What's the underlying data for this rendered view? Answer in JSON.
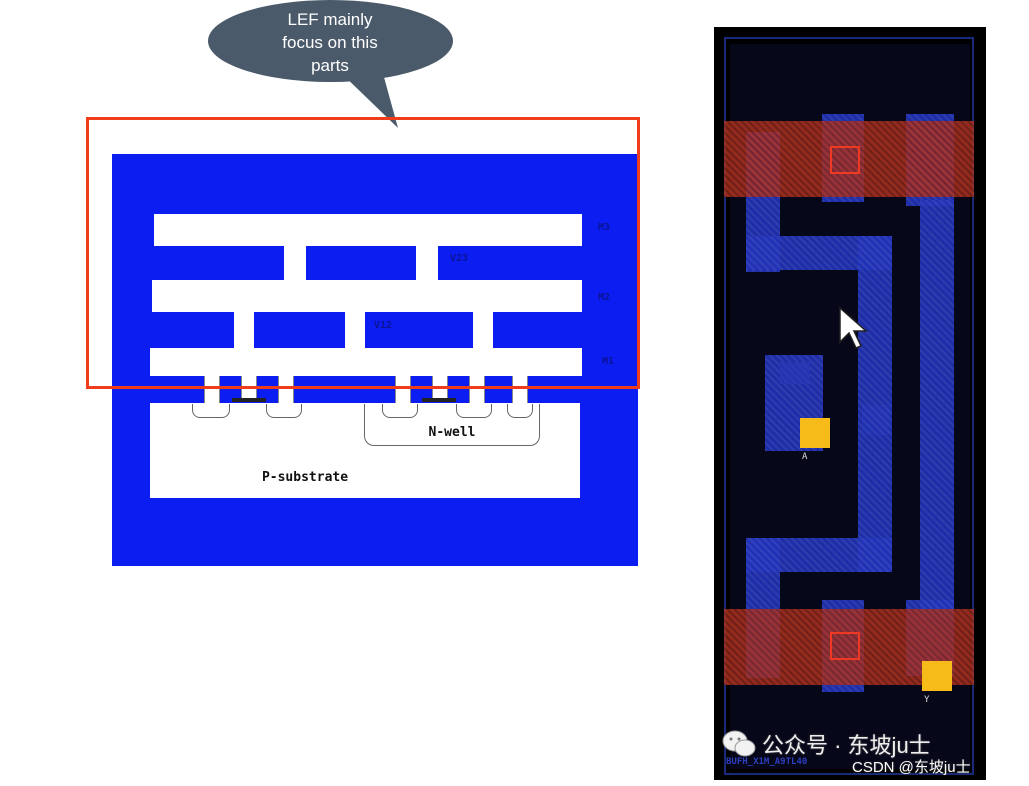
{
  "bubble": {
    "line1": "LEF mainly",
    "line2": "focus on this",
    "line3": "parts"
  },
  "cross_section": {
    "layers": [
      {
        "label": "M3"
      },
      {
        "label": "M2"
      },
      {
        "label": "M1"
      }
    ],
    "vias": [
      {
        "label": "V23"
      },
      {
        "label": "V12"
      }
    ],
    "nwell_label": "N-well",
    "substrate_label": "P-substrate",
    "colors": {
      "background": "#0b1df0",
      "highlight_box": "#ef3d1c"
    }
  },
  "layout": {
    "pin_a_label": "A",
    "pin_y_label": "Y",
    "cell_name": "BUFH_X1M_A9TL40",
    "colors": {
      "rail": "#b3321f",
      "metal": "#2233b8",
      "pin": "#f6bb19"
    }
  },
  "watermark": {
    "text": "公众号 · 东坡ju士",
    "icon": "wechat-icon"
  },
  "csdn": {
    "text": "CSDN @东坡ju士"
  },
  "cursor": {
    "icon": "mouse-pointer-icon"
  }
}
